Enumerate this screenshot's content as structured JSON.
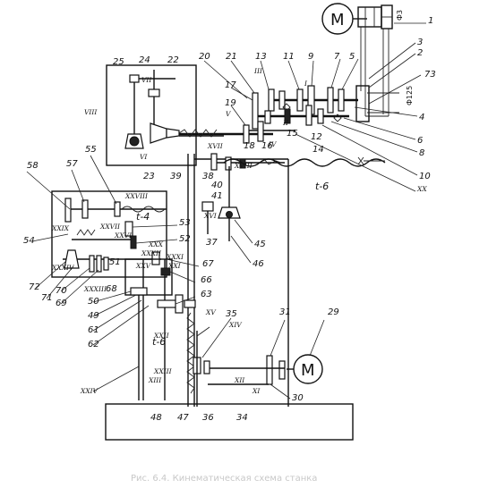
{
  "motors": [
    {
      "id": "motor-top",
      "label": "M"
    },
    {
      "id": "motor-bottom",
      "label": "M"
    }
  ],
  "dimensions": {
    "top_dim": "Ф3",
    "side_dim": "Ф125"
  },
  "thread_labels": {
    "t6_right": "t-6",
    "t4": "t-4",
    "t6_left": "t-6"
  },
  "part_numbers": [
    "1",
    "2",
    "3",
    "4",
    "5",
    "6",
    "7",
    "8",
    "9",
    "10",
    "11",
    "12",
    "13",
    "14",
    "15",
    "16",
    "17",
    "18",
    "19",
    "20",
    "21",
    "22",
    "23",
    "24",
    "25",
    "29",
    "30",
    "31",
    "34",
    "35",
    "36",
    "37",
    "38",
    "39",
    "40",
    "41",
    "45",
    "46",
    "47",
    "48",
    "49",
    "50",
    "51",
    "52",
    "53",
    "54",
    "55",
    "57",
    "58",
    "61",
    "62",
    "63",
    "66",
    "67",
    "68",
    "69",
    "70",
    "71",
    "72",
    "73"
  ],
  "shaft_labels": [
    "I",
    "II",
    "III",
    "IV",
    "V",
    "VI",
    "VII",
    "VIII",
    "XI",
    "XII",
    "XIII",
    "XIV",
    "XV",
    "XVI",
    "XVII",
    "XVIII",
    "XX",
    "XXI",
    "XXII",
    "XXIII",
    "XXIV",
    "XXV",
    "XXVI",
    "XXVII",
    "XXVIII",
    "XXIX",
    "XXX",
    "XXXI",
    "XXXII",
    "XXXIII",
    "XXXIV"
  ],
  "caption": "Рис. 6.4. Кинематическая схема станка"
}
